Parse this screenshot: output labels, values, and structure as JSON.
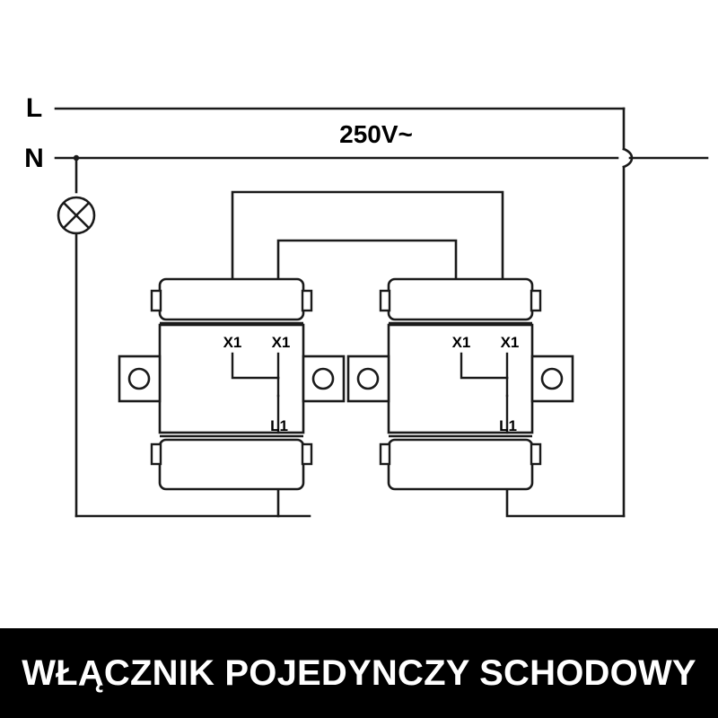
{
  "caption": {
    "text": "WŁĄCZNIK POJEDYNCZY SCHODOWY",
    "background_color": "#000000",
    "text_color": "#ffffff"
  },
  "diagram": {
    "title": "WŁĄCZNIK POJEDYNCZY SCHODOWY",
    "background_color": "#ffffff",
    "line_color": "#1a1a1a",
    "labels": {
      "line_rail": "L",
      "neutral_rail": "N",
      "voltage": "250V~"
    },
    "components": [
      {
        "id": "lamp",
        "type": "lamp",
        "symbol": "circle-with-x",
        "name": "lamp-symbol"
      },
      {
        "id": "switch-left",
        "type": "stair-switch",
        "terminals": {
          "traveler_a": "X1",
          "traveler_b": "X1",
          "common": "L1"
        }
      },
      {
        "id": "switch-right",
        "type": "stair-switch",
        "terminals": {
          "traveler_a": "X1",
          "traveler_b": "X1",
          "common": "L1"
        }
      }
    ]
  },
  "switch_left": {
    "terminal_x1_a": "X1",
    "terminal_x1_b": "X1",
    "terminal_l1": "L1"
  },
  "switch_right": {
    "terminal_x1_a": "X1",
    "terminal_x1_b": "X1",
    "terminal_l1": "L1"
  }
}
